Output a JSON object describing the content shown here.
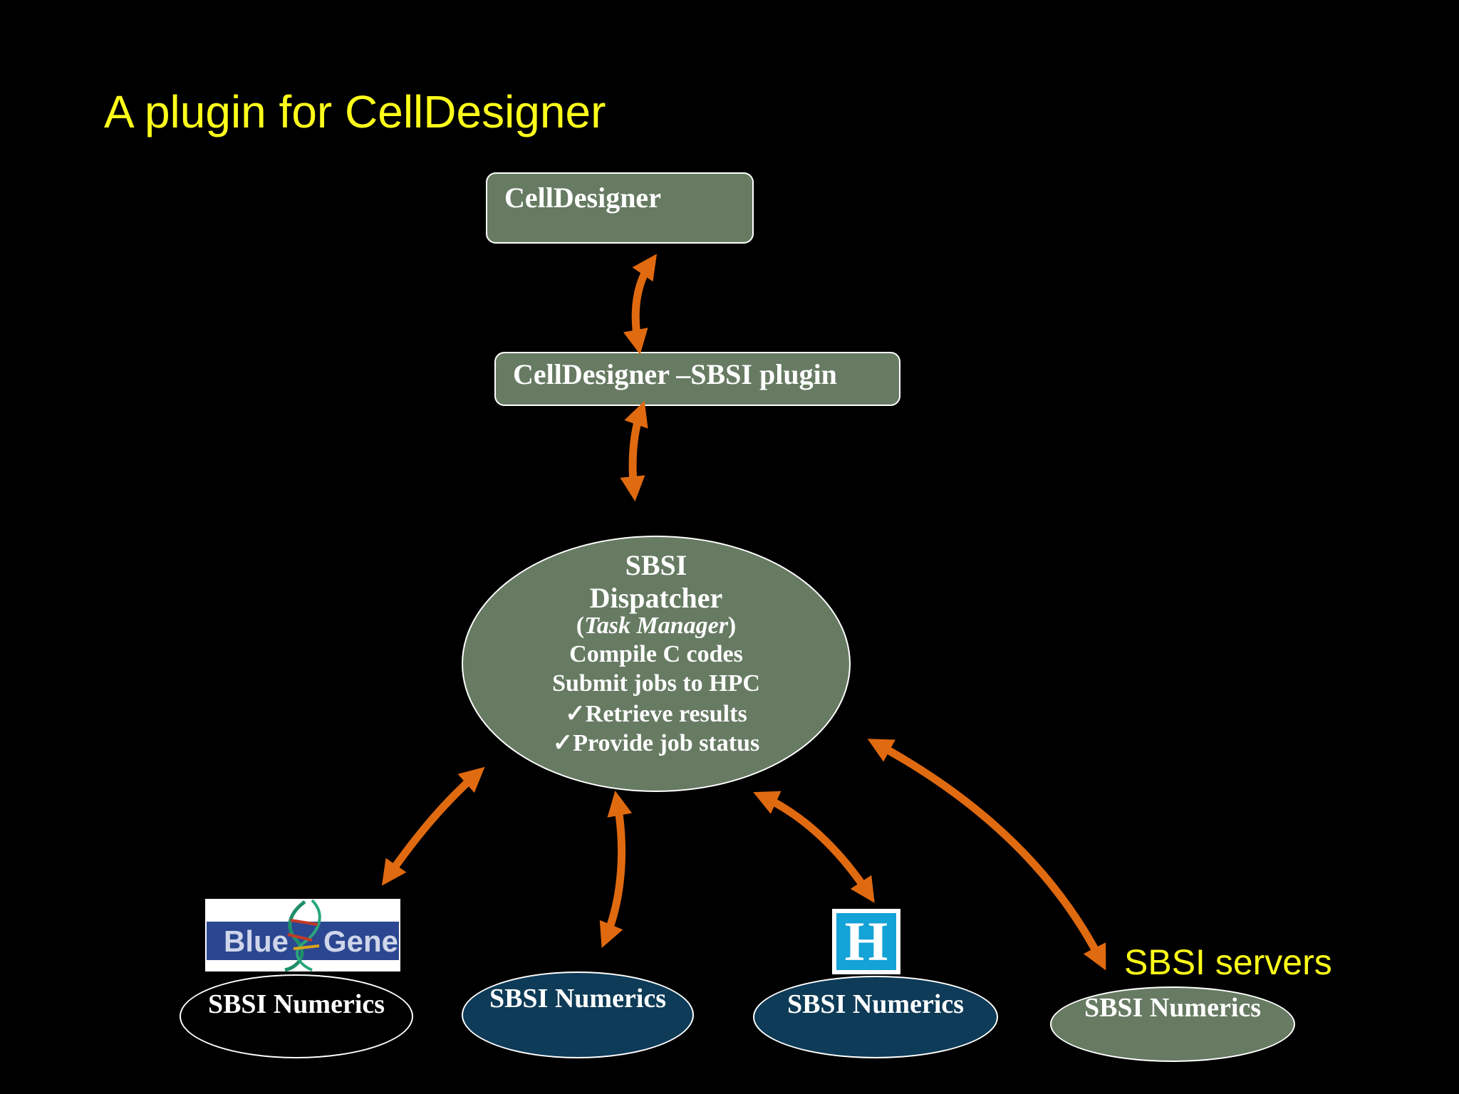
{
  "slide": {
    "title": "A plugin for CellDesigner"
  },
  "nodes": {
    "celldesigner": "CellDesigner",
    "plugin": "CellDesigner –SBSI plugin",
    "dispatcher": {
      "line1": "SBSI",
      "line2": "Dispatcher",
      "line3_open": "(",
      "line3_italic": "Task Manager",
      "line3_close": ")",
      "line4": "Compile C codes",
      "line5": "Submit jobs to HPC",
      "line6": "✓Retrieve results",
      "line7": "✓Provide job status"
    },
    "numerics": [
      "SBSI Numerics",
      "SBSI Numerics",
      "SBSI Numerics",
      "SBSI Numerics"
    ],
    "servers_label": "SBSI servers"
  },
  "logos": {
    "bluegene": {
      "word1": "Blue",
      "word2": "Gene"
    },
    "h_logo": "H"
  },
  "colors": {
    "title": "#ffff1a",
    "node_fill": "#677b63",
    "numerics_dark": "#0e3b57",
    "arrow": "#e06a10"
  }
}
